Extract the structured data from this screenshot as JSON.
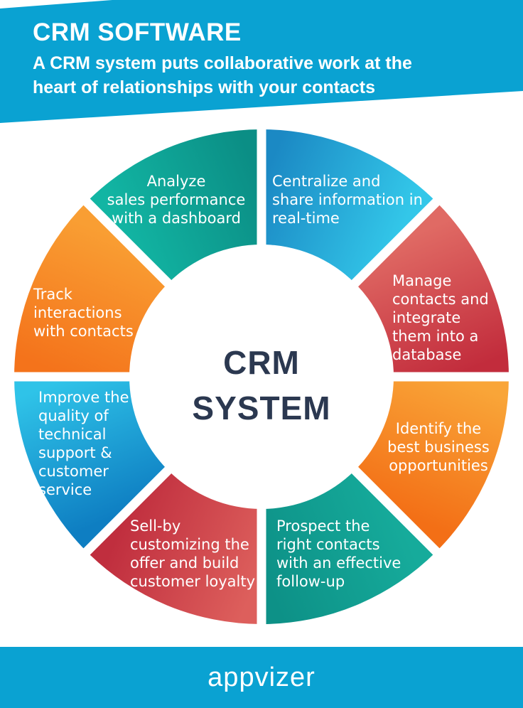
{
  "header": {
    "title": "CRM SOFTWARE",
    "subtitle": "A CRM system puts collaborative work at the\nheart of relationships with your contacts"
  },
  "donut": {
    "center_label": "CRM\nSYSTEM",
    "segments": [
      {
        "id": "analyze",
        "label": "Analyze\nsales performance\nwith a dashboard",
        "color_light": "#12b5a3",
        "color_dark": "#0b8e85"
      },
      {
        "id": "centralize",
        "label": "Centralize and\nshare information in\nreal-time",
        "color_light": "#33c7e9",
        "color_dark": "#1b89c4"
      },
      {
        "id": "manage",
        "label": "Manage\ncontacts and\nintegrate\nthem into a\ndatabase",
        "color_light": "#e06a64",
        "color_dark": "#c22c3c"
      },
      {
        "id": "identify",
        "label": "Identify the\nbest business\nopportunities",
        "color_light": "#f9a538",
        "color_dark": "#f36f16"
      },
      {
        "id": "prospect",
        "label": "Prospect the\nright contacts\nwith an effective\nfollow-up",
        "color_light": "#16ab9b",
        "color_dark": "#0d9187"
      },
      {
        "id": "sell",
        "label": "Sell-by\ncustomizing the\noffer and build\ncustomer loyalty",
        "color_light": "#dd5f5c",
        "color_dark": "#c02e3e"
      },
      {
        "id": "improve",
        "label": "Improve the\nquality of\ntechnical\nsupport &\ncustomer\nservice",
        "color_light": "#2fc3e8",
        "color_dark": "#0e7ec2"
      },
      {
        "id": "track",
        "label": "Track\ninteractions\nwith contacts",
        "color_light": "#f99e33",
        "color_dark": "#f4731b"
      }
    ]
  },
  "footer": {
    "brand": "appvizer"
  },
  "colors": {
    "banner": "#0aa2d2",
    "center_text": "#2b3850",
    "label_text": "#ffffff"
  }
}
